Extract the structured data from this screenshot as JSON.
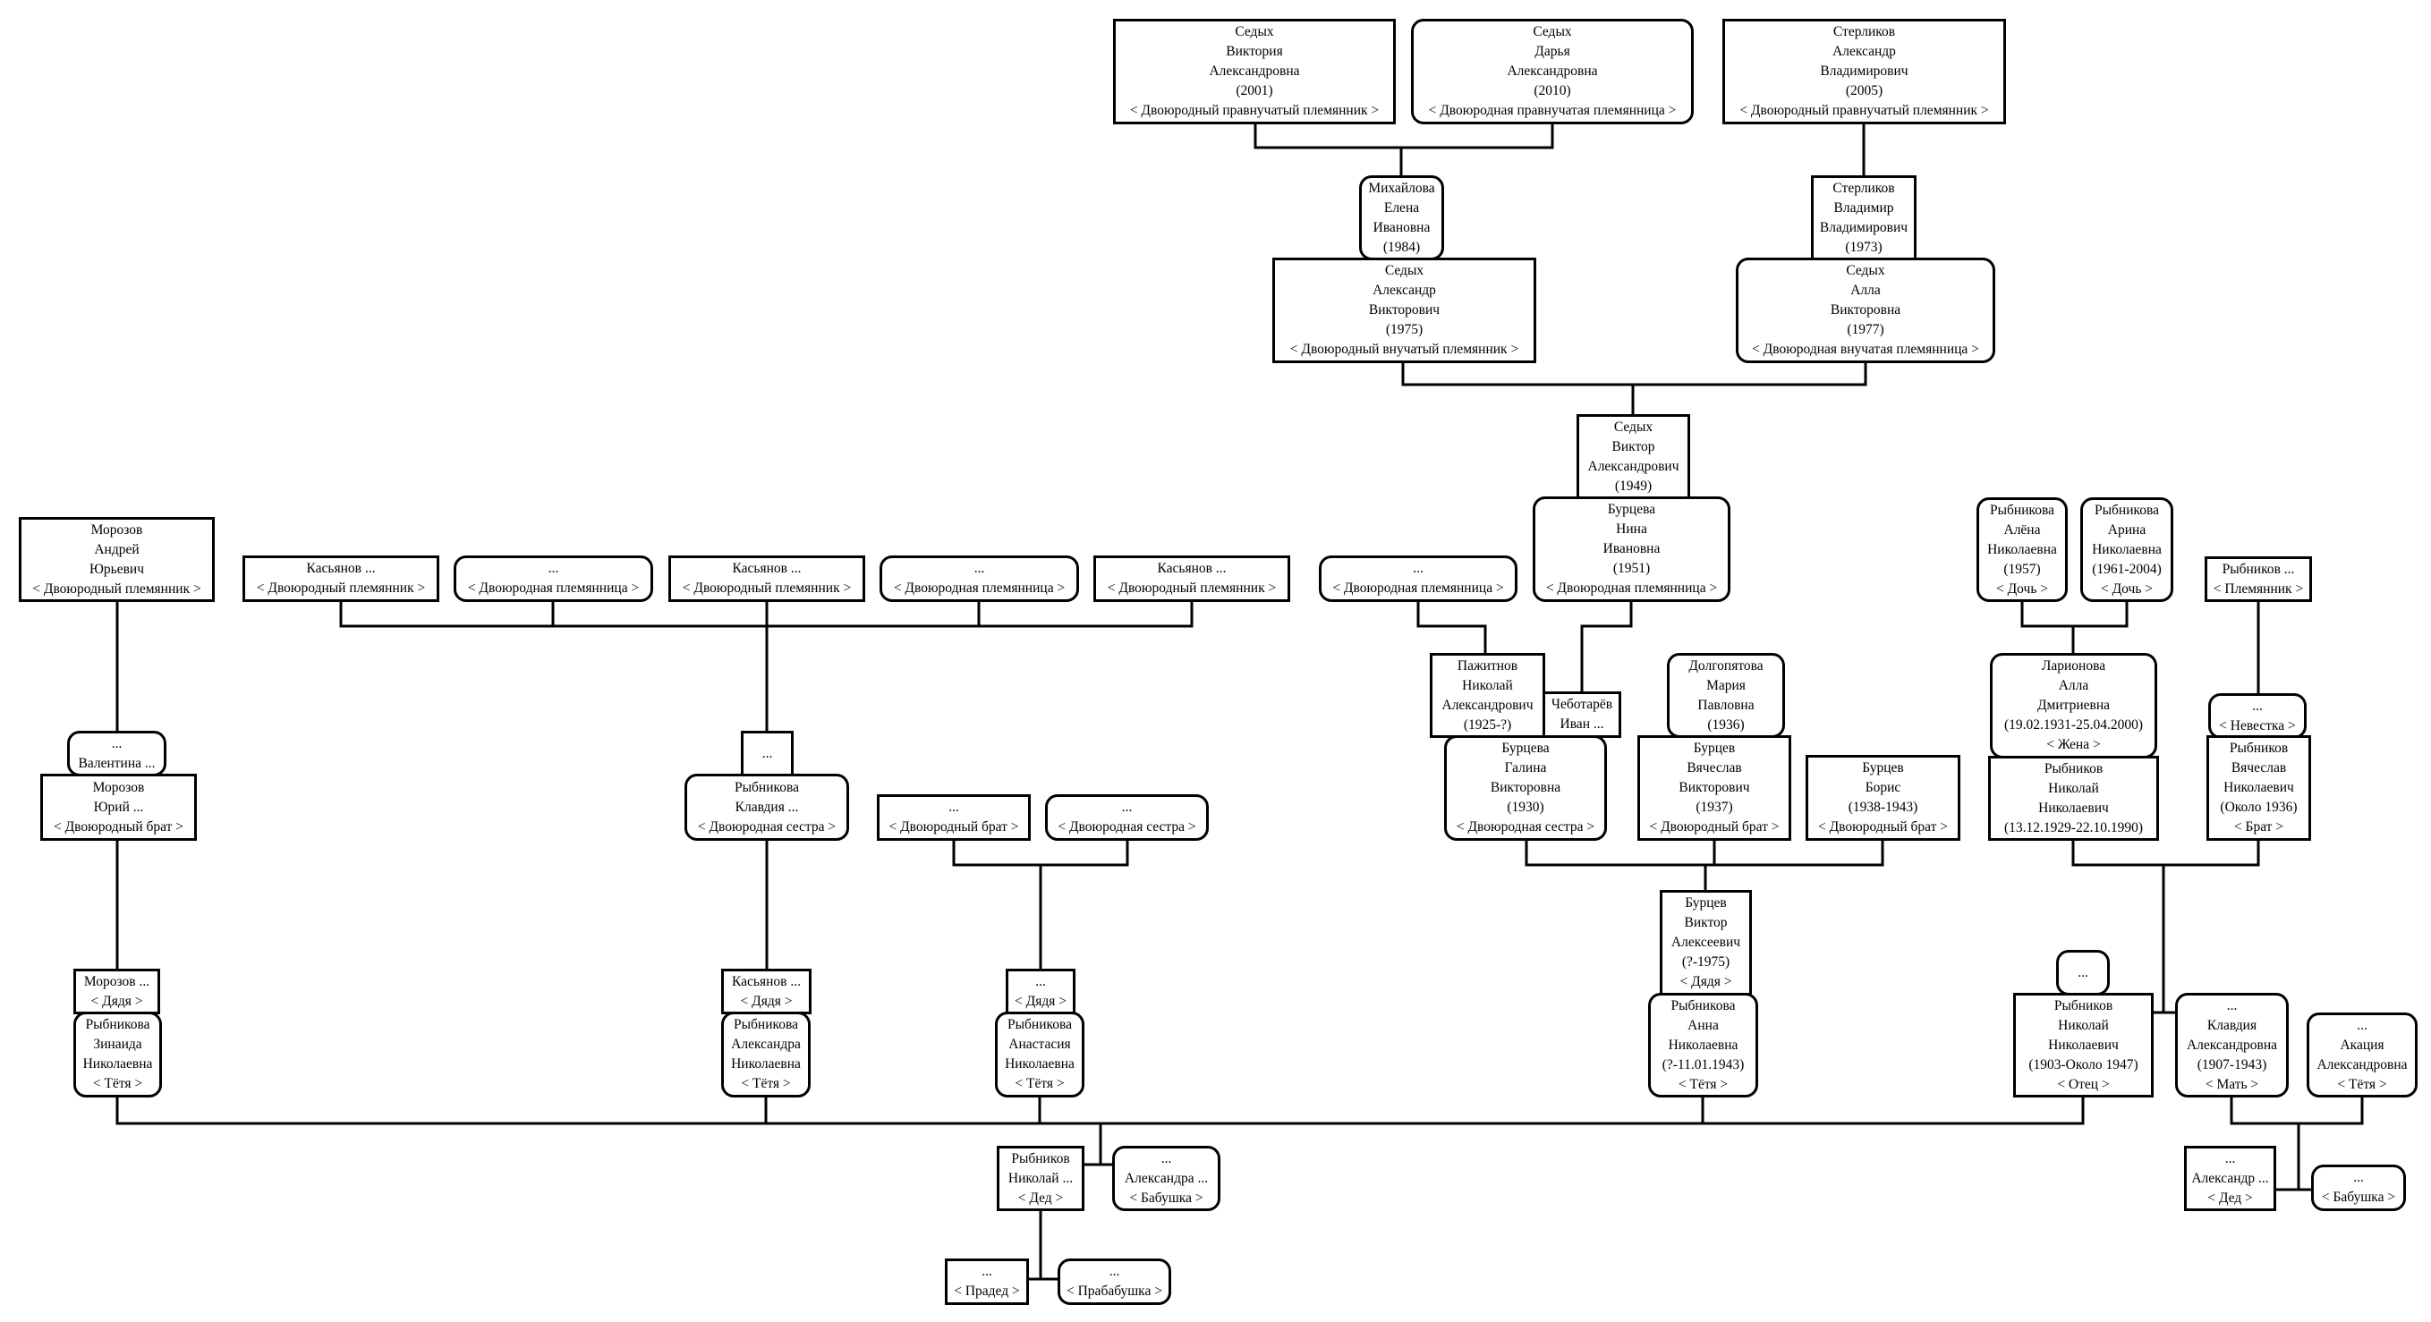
{
  "people": {
    "sedykh_viktoriya": {
      "lines": [
        "Седых",
        "Виктория",
        "Александровна",
        "(2001)",
        "< Двоюродный правнучатый племянник >"
      ],
      "sex": "m"
    },
    "sedykh_darya": {
      "lines": [
        "Седых",
        "Дарья",
        "Александровна",
        "(2010)",
        "< Двоюродная правнучатая племянница >"
      ],
      "sex": "f"
    },
    "sterlikov_aleksandr": {
      "lines": [
        "Стерликов",
        "Александр",
        "Владимирович",
        "(2005)",
        "< Двоюродный правнучатый племянник >"
      ],
      "sex": "m"
    },
    "mikhaylova_elena": {
      "lines": [
        "Михайлова",
        "Елена",
        "Ивановна",
        "(1984)"
      ],
      "sex": "f"
    },
    "sterlikov_vladimir": {
      "lines": [
        "Стерликов",
        "Владимир",
        "Владимирович",
        "(1973)"
      ],
      "sex": "m"
    },
    "sedykh_aleksandr": {
      "lines": [
        "Седых",
        "Александр",
        "Викторович",
        "(1975)",
        "< Двоюродный внучатый племянник >"
      ],
      "sex": "m"
    },
    "sedykh_alla": {
      "lines": [
        "Седых",
        "Алла",
        "Викторовна",
        "(1977)",
        "< Двоюродная внучатая племянница >"
      ],
      "sex": "f"
    },
    "sedykh_viktor": {
      "lines": [
        "Седых",
        "Виктор",
        "Александрович",
        "(1949)"
      ],
      "sex": "m"
    },
    "burtseva_nina": {
      "lines": [
        "Бурцева",
        "Нина",
        "Ивановна",
        "(1951)",
        "< Двоюродная племянница >"
      ],
      "sex": "f"
    },
    "morozov_andrey": {
      "lines": [
        "Морозов",
        "Андрей",
        "Юрьевич",
        "< Двоюродный племянник >"
      ],
      "sex": "m"
    },
    "kasyanov_1": {
      "lines": [
        "Касьянов ...",
        "< Двоюродный племянник >"
      ],
      "sex": "m"
    },
    "niece_1": {
      "lines": [
        "...",
        "< Двоюродная племянница >"
      ],
      "sex": "f"
    },
    "kasyanov_2": {
      "lines": [
        "Касьянов ...",
        "< Двоюродный племянник >"
      ],
      "sex": "m"
    },
    "niece_2": {
      "lines": [
        "...",
        "< Двоюродная племянница >"
      ],
      "sex": "f"
    },
    "kasyanov_3": {
      "lines": [
        "Касьянов ...",
        "< Двоюродный племянник >"
      ],
      "sex": "m"
    },
    "niece_3": {
      "lines": [
        "...",
        "< Двоюродная племянница >"
      ],
      "sex": "f"
    },
    "rybnikova_alena": {
      "lines": [
        "Рыбникова",
        "Алёна",
        "Николаевна",
        "(1957)",
        "< Дочь >"
      ],
      "sex": "f"
    },
    "rybnikova_arina": {
      "lines": [
        "Рыбникова",
        "Арина",
        "Николаевна",
        "(1961-2004)",
        "< Дочь >"
      ],
      "sex": "f"
    },
    "rybnikov_nephew": {
      "lines": [
        "Рыбников ...",
        "< Племянник >"
      ],
      "sex": "m"
    },
    "valentina": {
      "lines": [
        "...",
        "Валентина ..."
      ],
      "sex": "f"
    },
    "morozov_yuriy": {
      "lines": [
        "Морозов",
        "Юрий ...",
        "< Двоюродный брат >"
      ],
      "sex": "m"
    },
    "unknown_spouse_1": {
      "lines": [
        "..."
      ],
      "sex": "m"
    },
    "rybnikova_klavdiya": {
      "lines": [
        "Рыбникова",
        "Клавдия ...",
        "< Двоюродная сестра >"
      ],
      "sex": "f"
    },
    "pazhitnov_nikolay": {
      "lines": [
        "Пажитнов",
        "Николай",
        "Александрович",
        "(1925-?)"
      ],
      "sex": "m"
    },
    "chebotaryov_ivan": {
      "lines": [
        "Чеботарёв",
        "Иван ..."
      ],
      "sex": "m"
    },
    "dolgopyatova_mariya": {
      "lines": [
        "Долгопятова",
        "Мария",
        "Павловна",
        "(1936)"
      ],
      "sex": "f"
    },
    "larionova_alla": {
      "lines": [
        "Ларионова",
        "Алла",
        "Дмитриевна",
        "(19.02.1931-25.04.2000)",
        "< Жена >"
      ],
      "sex": "f"
    },
    "nevestka": {
      "lines": [
        "...",
        "< Невестка >"
      ],
      "sex": "f"
    },
    "cousin_brother": {
      "lines": [
        "...",
        "< Двоюродный брат >"
      ],
      "sex": "m"
    },
    "cousin_sister": {
      "lines": [
        "...",
        "< Двоюродная сестра >"
      ],
      "sex": "f"
    },
    "burtseva_galina": {
      "lines": [
        "Бурцева",
        "Галина",
        "Викторовна",
        "(1930)",
        "< Двоюродная сестра >"
      ],
      "sex": "f"
    },
    "burtsev_vyacheslav": {
      "lines": [
        "Бурцев",
        "Вячеслав",
        "Викторович",
        "(1937)",
        "< Двоюродный брат >"
      ],
      "sex": "m"
    },
    "burtsev_boris": {
      "lines": [
        "Бурцев",
        "Борис",
        "(1938-1943)",
        "< Двоюродный брат >"
      ],
      "sex": "m"
    },
    "rybnikov_nikolay_jr": {
      "lines": [
        "Рыбников",
        "Николай",
        "Николаевич",
        "(13.12.1929-22.10.1990)"
      ],
      "sex": "m"
    },
    "rybnikov_vyacheslav": {
      "lines": [
        "Рыбников",
        "Вячеслав",
        "Николаевич",
        "(Около 1936)",
        "< Брат >"
      ],
      "sex": "m"
    },
    "burtsev_viktor": {
      "lines": [
        "Бурцев",
        "Виктор",
        "Алексеевич",
        "(?-1975)",
        "< Дядя >"
      ],
      "sex": "m"
    },
    "morozov_uncle": {
      "lines": [
        "Морозов ...",
        "< Дядя >"
      ],
      "sex": "m"
    },
    "kasyanov_uncle": {
      "lines": [
        "Касьянов ...",
        "< Дядя >"
      ],
      "sex": "m"
    },
    "uncle_unknown": {
      "lines": [
        "...",
        "< Дядя >"
      ],
      "sex": "m"
    },
    "father_spouse": {
      "lines": [
        "..."
      ],
      "sex": "f"
    },
    "rybnikova_zinaida": {
      "lines": [
        "Рыбникова",
        "Зинаида",
        "Николаевна",
        "< Тётя >"
      ],
      "sex": "f"
    },
    "rybnikova_aleksandra": {
      "lines": [
        "Рыбникова",
        "Александра",
        "Николаевна",
        "< Тётя >"
      ],
      "sex": "f"
    },
    "rybnikova_anastasiya": {
      "lines": [
        "Рыбникова",
        "Анастасия",
        "Николаевна",
        "< Тётя >"
      ],
      "sex": "f"
    },
    "rybnikova_anna": {
      "lines": [
        "Рыбникова",
        "Анна",
        "Николаевна",
        "(?-11.01.1943)",
        "< Тётя >"
      ],
      "sex": "f"
    },
    "rybnikov_nikolay_father": {
      "lines": [
        "Рыбников",
        "Николай",
        "Николаевич",
        "(1903-Около 1947)",
        "< Отец >"
      ],
      "sex": "m"
    },
    "klavdiya_mother": {
      "lines": [
        "...",
        "Клавдия",
        "Александровна",
        "(1907-1943)",
        "< Мать >"
      ],
      "sex": "f"
    },
    "akatsiya_aunt": {
      "lines": [
        "...",
        "Акация",
        "Александровна",
        "< Тётя >"
      ],
      "sex": "f"
    },
    "rybnikov_grandfather": {
      "lines": [
        "Рыбников",
        "Николай ...",
        "< Дед >"
      ],
      "sex": "m"
    },
    "aleksandra_grandmother": {
      "lines": [
        "...",
        "Александра ...",
        "< Бабушка >"
      ],
      "sex": "f"
    },
    "aleksandr_grandfather": {
      "lines": [
        "...",
        "Александр ...",
        "< Дед >"
      ],
      "sex": "m"
    },
    "grandmother_2": {
      "lines": [
        "...",
        "< Бабушка >"
      ],
      "sex": "f"
    },
    "great_grandfather": {
      "lines": [
        "...",
        "< Прадед >"
      ],
      "sex": "m"
    },
    "great_grandmother": {
      "lines": [
        "...",
        "< Прабабушка >"
      ],
      "sex": "f"
    }
  }
}
